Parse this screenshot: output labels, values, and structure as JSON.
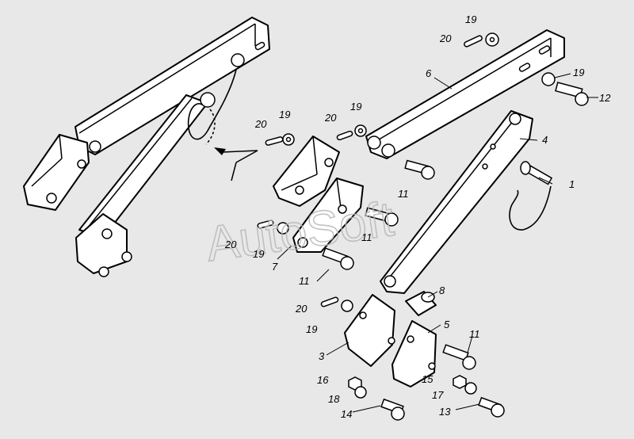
{
  "watermark": "AutoSoft",
  "labels": {
    "l1": "1",
    "l3": "3",
    "l4": "4",
    "l5": "5",
    "l6": "6",
    "l7": "7",
    "l8": "8",
    "l11a": "11",
    "l11b": "11",
    "l11c": "11",
    "l11d": "11",
    "l12": "12",
    "l13": "13",
    "l14": "14",
    "l15": "15",
    "l16": "16",
    "l17": "17",
    "l18": "18",
    "l19a": "19",
    "l19b": "19",
    "l19c": "19",
    "l19d": "19",
    "l19e": "19",
    "l19f": "19",
    "l20a": "20",
    "l20b": "20",
    "l20c": "20",
    "l20d": "20",
    "l20e": "20"
  }
}
